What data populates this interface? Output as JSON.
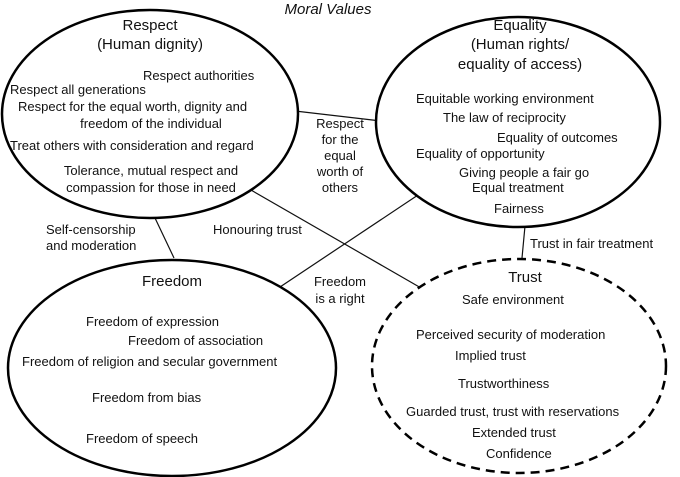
{
  "title": "Moral Values",
  "respect": {
    "heading": "Respect",
    "subheading": "(Human dignity)",
    "items": [
      "Respect authorities",
      "Respect all generations",
      "Respect for the equal worth, dignity and",
      "freedom of the individual",
      "Treat others with consideration and regard",
      "Tolerance, mutual respect and",
      "compassion for those in need"
    ]
  },
  "equality": {
    "heading": "Equality",
    "subheading_1": "(Human rights/",
    "subheading_2": "equality of access)",
    "items": [
      "Equitable working environment",
      "The law of reciprocity",
      "Equality of outcomes",
      "Equality of opportunity",
      "Giving people a fair go",
      "Equal treatment",
      "Fairness"
    ]
  },
  "freedom": {
    "heading": "Freedom",
    "items": [
      "Freedom of expression",
      "Freedom of association",
      "Freedom of religion and secular government",
      "Freedom from bias",
      "Freedom of speech"
    ]
  },
  "trust": {
    "heading": "Trust",
    "items": [
      "Safe environment",
      "Perceived security of moderation",
      "Implied trust",
      "Trustworthiness",
      "Guarded trust, trust with reservations",
      "Extended trust",
      "Confidence"
    ]
  },
  "connectors": {
    "respect_equality": [
      "Respect",
      "for the",
      "equal",
      "worth of",
      "others"
    ],
    "respect_freedom": [
      "Self-censorship",
      "and moderation"
    ],
    "respect_trust": "Honouring trust",
    "equality_freedom": [
      "Freedom",
      "is a right"
    ],
    "equality_trust": "Trust in fair treatment"
  }
}
